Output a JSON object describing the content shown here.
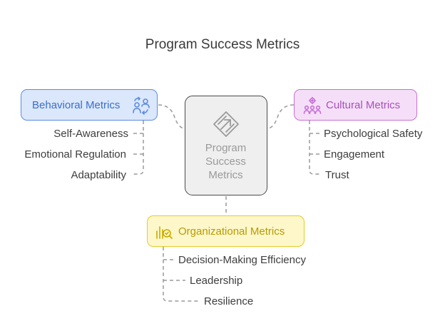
{
  "title": "Program Success Metrics",
  "center": {
    "label": "Program\nSuccess\nMetrics",
    "icon": "diamond-arrow-icon"
  },
  "categories": {
    "behavioral": {
      "label": "Behavioral Metrics",
      "icon": "people-exchange-icon",
      "color": "#5b8ce2",
      "items": [
        "Self-Awareness",
        "Emotional Regulation",
        "Adaptability"
      ]
    },
    "cultural": {
      "label": "Cultural Metrics",
      "icon": "group-gear-icon",
      "color": "#c66fd6",
      "items": [
        "Psychological Safety",
        "Engagement",
        "Trust"
      ]
    },
    "organizational": {
      "label": "Organizational Metrics",
      "icon": "chart-magnifier-icon",
      "color": "#e3cc2b",
      "items": [
        "Decision-Making Efficiency",
        "Leadership",
        "Resilience"
      ]
    }
  }
}
